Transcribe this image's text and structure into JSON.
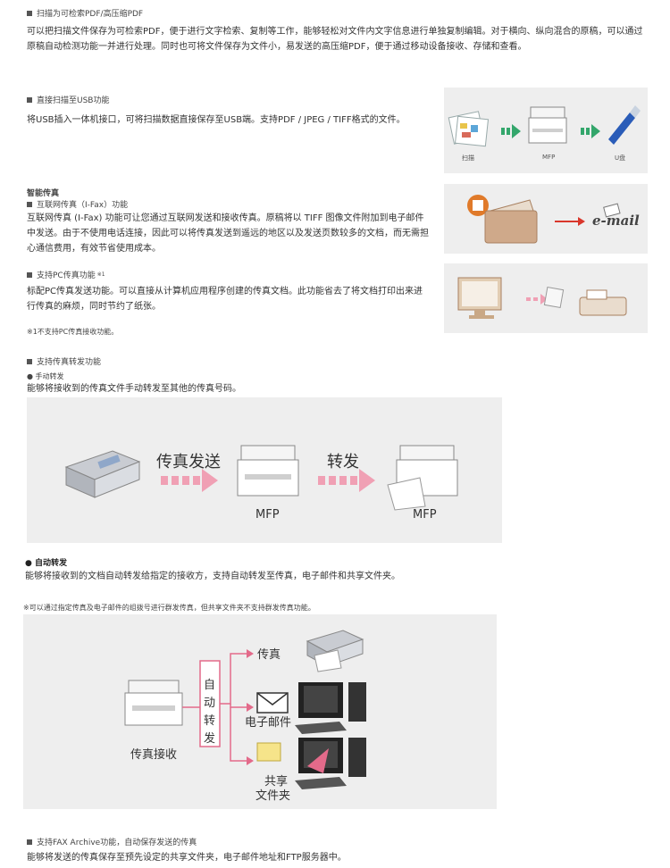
{
  "sections": {
    "scan_pdf": {
      "heading": "扫描为可检索PDF/高压缩PDF",
      "text": "可以把扫描文件保存为可检索PDF，便于进行文字检索、复制等工作，能够轻松对文件内文字信息进行单独复制编辑。对于横向、纵向混合的原稿，可以通过原稿自动检测功能一并进行处理。同时也可将文件保存为文件小，易发送的高压缩PDF，便于通过移动设备接收、存储和查看。"
    },
    "usb": {
      "heading": "直接扫描至USB功能",
      "text": "将USB插入一体机接口，可将扫描数据直接保存至USB端。支持PDF / JPEG / TIFF格式的文件。",
      "fig_labels": [
        "扫描",
        "MFP",
        "U盘"
      ]
    },
    "smart_fax": {
      "title": "智能传真",
      "heading": "互联网传真（I-Fax）功能",
      "text": "互联网传真 (I-Fax) 功能可让您通过互联网发送和接收传真。原稿将以 TIFF 图像文件附加到电子邮件中发送。由于不使用电话连接，因此可以将传真发送到遥远的地区以及发送页数较多的文档，而无需担心通信费用，有效节省使用成本。",
      "email_label": "e-mail"
    },
    "pc_fax": {
      "heading": "支持PC传真功能",
      "sup": "※1",
      "text": "标配PC传真发送功能。可以直接从计算机应用程序创建的传真文档。此功能省去了将文档打印出来进行传真的麻烦，同时节约了纸张。",
      "note": "※1不支持PC传真接收功能。"
    },
    "forward": {
      "heading": "支持传真转发功能",
      "manual_title": "● 手动转发",
      "manual_text": "能够将接收到的传真文件手动转发至其他的传真号码。",
      "fig_send": "传真发送",
      "fig_forward": "转发",
      "fig_mfp1": "MFP",
      "fig_mfp2": "MFP",
      "auto_title": "● 自动转发",
      "auto_text": "能够将接收到的文档自动转发给指定的接收方，支持自动转发至传真，电子邮件和共享文件夹。",
      "auto_note": "※可以通过指定传真及电子邮件的组拨号进行群发传真，但共享文件夹不支持群发传真功能。",
      "fig_receive": "传真接收",
      "fig_auto_chars": [
        "自",
        "动",
        "转",
        "发"
      ],
      "fig_dest_fax": "传真",
      "fig_dest_email": "电子邮件",
      "fig_dest_share_1": "共享",
      "fig_dest_share_2": "文件夹"
    },
    "archive": {
      "heading": "支持FAX Archive功能，自动保存发送的传真",
      "text": "能够将发送的传真保存至预先设定的共享文件夹，电子邮件地址和FTP服务器中。"
    }
  },
  "colors": {
    "panel": "#eeeeee",
    "green_arrow": "#33a66b",
    "red_arrow": "#d9362b",
    "pink_arrow": "#f0a0b4",
    "pink_line": "#e36a8a"
  }
}
